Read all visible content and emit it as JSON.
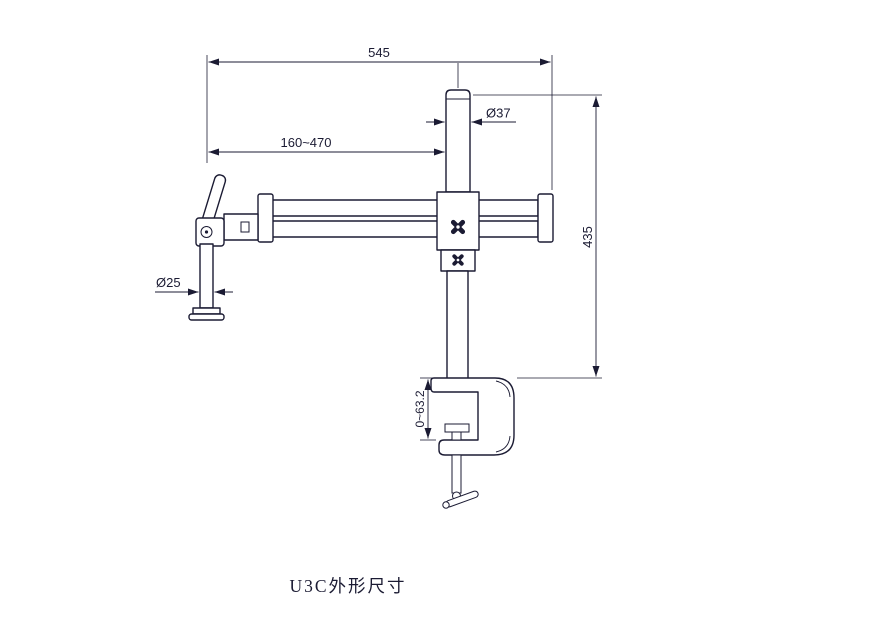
{
  "drawing": {
    "caption": "U3C外形尺寸",
    "line_color": "#1b1b33",
    "dimensions": {
      "total_width": "545",
      "arm_range": "160~470",
      "pole_diameter": "Ø37",
      "total_height": "435",
      "handle_pole_diameter": "Ø25",
      "clamp_opening": "0~63.2"
    }
  }
}
